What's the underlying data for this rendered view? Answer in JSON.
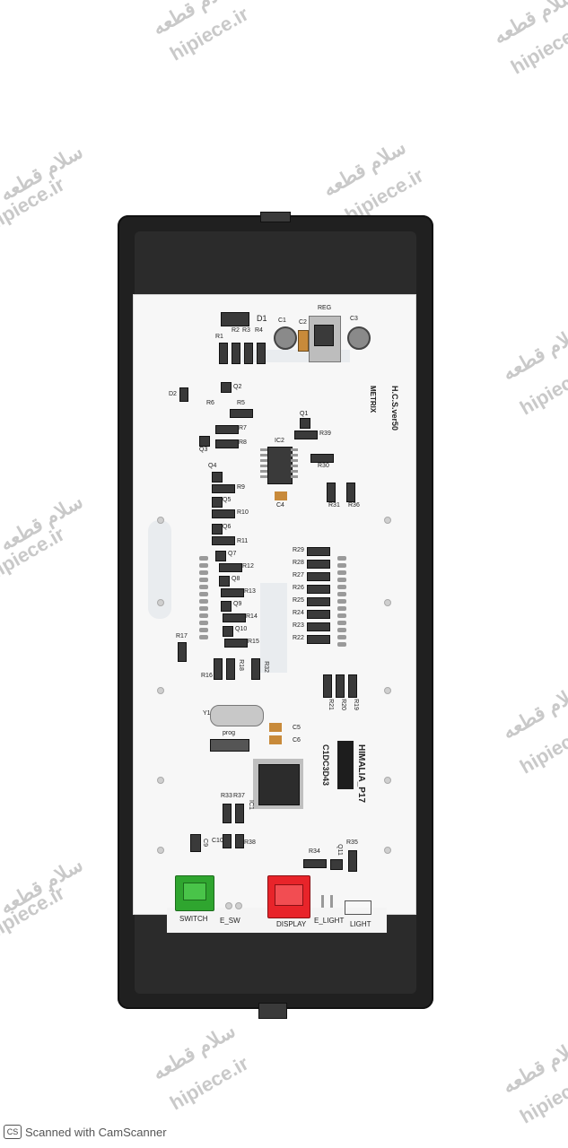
{
  "watermark": {
    "latin": "hipiece.ir",
    "persian": "سلام قطعه"
  },
  "board": {
    "brand": "METRIX",
    "version": "H.C.S.ver50",
    "model": "HIMALIA_P17",
    "code": "C1DC3D43",
    "connectors": {
      "switch": "SWITCH",
      "e_sw": "E_SW",
      "display": "DISPLAY",
      "e_light": "E_LIGHT",
      "light": "LIGHT"
    },
    "labels": {
      "d1": "D1",
      "reg": "REG",
      "c1": "C1",
      "c2": "C2",
      "c3": "C3",
      "r1": "R1",
      "r2": "R2",
      "r3": "R3",
      "r4": "R4",
      "d2": "D2",
      "q2": "Q2",
      "r5": "R5",
      "r6": "R6",
      "r7": "R7",
      "r8": "R8",
      "q3": "Q3",
      "q1": "Q1",
      "r39": "R39",
      "ic2": "IC2",
      "r30": "R30",
      "c4": "C4",
      "r31": "R31",
      "r36": "R36",
      "q4": "Q4",
      "r9": "R9",
      "q5": "Q5",
      "r10": "R10",
      "q6": "Q6",
      "r11": "R11",
      "q7": "Q7",
      "r12": "R12",
      "q8": "Q8",
      "r13": "R13",
      "q9": "Q9",
      "r14": "R14",
      "q10": "Q10",
      "r15": "R15",
      "r29": "R29",
      "r28": "R28",
      "r27": "R27",
      "r26": "R26",
      "r25": "R25",
      "r24": "R24",
      "r23": "R23",
      "r22": "R22",
      "r17": "R17",
      "r16": "R16",
      "r18": "R18",
      "r32": "R32",
      "r21": "R21",
      "r20": "R20",
      "r19": "R19",
      "y1": "Y1",
      "c5": "C5",
      "c6": "C6",
      "prog": "prog",
      "r33": "R33",
      "r37": "R37",
      "ic1": "IC1",
      "c10": "C10",
      "r38": "R38",
      "c9": "C9",
      "r34": "R34",
      "q11": "Q11",
      "r35": "R35"
    }
  },
  "footer": {
    "scanner_text": "Scanned with CamScanner"
  },
  "colors": {
    "case": "#202020",
    "pcb": "#f7f7f7",
    "switch_connector": "#2fa52f",
    "display_connector": "#e8242a"
  }
}
